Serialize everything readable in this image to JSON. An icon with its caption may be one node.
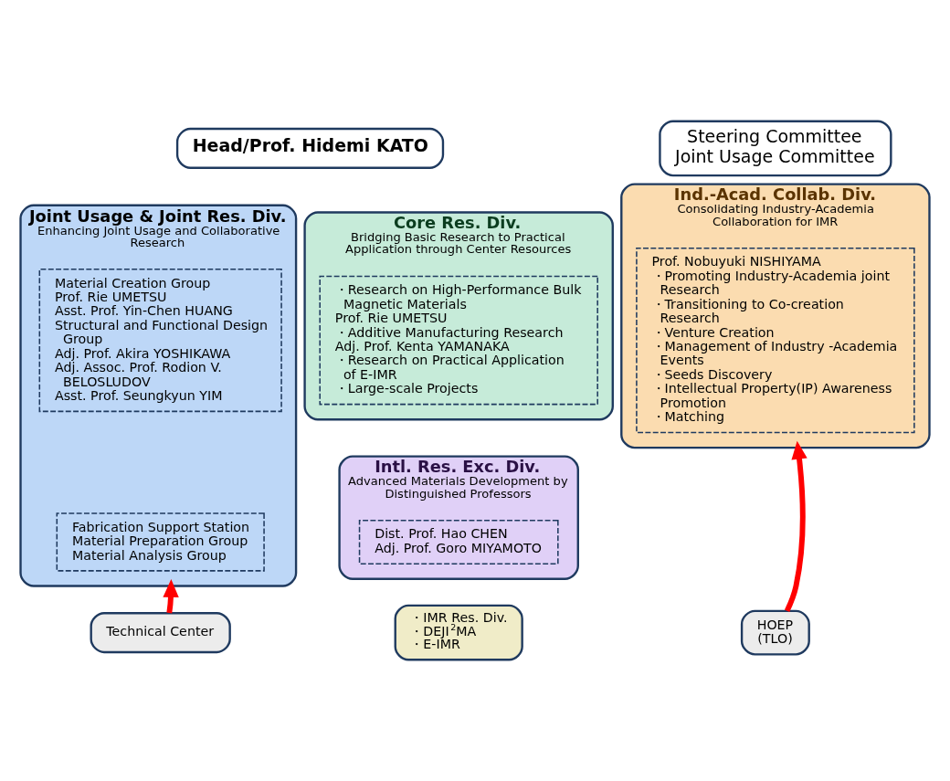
{
  "diagram": {
    "nodes": [
      {
        "text": [
          "Head/Prof. Hidemi KATO"
        ]
      },
      {
        "text": [
          "Steering Committee",
          "Joint Usage Committee"
        ]
      },
      {
        "text": [
          "Joint Usage & Joint Res. Div.",
          "Enhancing Joint Usage and Collaborative Research"
        ]
      },
      {
        "text": [
          "Material Creation Group",
          "Prof. Rie UMETSU",
          "Asst. Prof. Yin-Chen HUANG",
          "Structural and Functional Design Group",
          "Adj. Prof. Akira YOSHIKAWA",
          "Adj. Assoc. Prof. Rodion V. BELOSLUDOV",
          "Asst. Prof. Seungkyun YIM"
        ],
        "in": 2
      },
      {
        "text": [
          "Fabrication Support Station",
          "Material Preparation Group",
          "Material Analysis Group"
        ],
        "in": 2
      },
      {
        "text": [
          "Core Res. Div.",
          "Bridging Basic Research to Practical Application through Center Resources"
        ]
      },
      {
        "text": [
          "・Research on High-Performance Bulk Magnetic Materials",
          "Prof. Rie UMETSU",
          "・Additive Manufacturing Research",
          "Adj. Prof. Kenta YAMANAKA",
          "・Research on Practical Application of E-IMR",
          "・Large-scale Projects"
        ],
        "in": 5
      },
      {
        "text": [
          "Intl. Res. Exc. Div.",
          "Advanced Materials Development by Distinguished Professors"
        ]
      },
      {
        "text": [
          "Dist. Prof. Hao CHEN",
          "Adj. Prof. Goro MIYAMOTO"
        ],
        "in": 7
      },
      {
        "text": [
          "Ind.-Acad. Collab. Div.",
          "Consolidating Industry-Academia Collaboration for IMR"
        ]
      },
      {
        "text": [
          "Prof. Nobuyuki NISHIYAMA",
          "・Promoting Industry-Academia joint Research",
          "・Transitioning to Co-creation Research",
          "・Venture Creation",
          "・Management of Industry -Academia Events",
          "・Seeds Discovery",
          "・Intellectual Property(IP) Awareness Promotion",
          "・Matching"
        ],
        "in": 9
      },
      {
        "text": [
          "Technical Center"
        ]
      },
      {
        "text": [
          "HOEP",
          "(TLO)"
        ]
      },
      {
        "text": [
          "・IMR Res. Div.",
          "・DEJI$^{2}$MA",
          "・E-IMR"
        ]
      }
    ],
    "edges": [
      {
        "from": 11,
        "to": 2,
        "arrow": "to"
      },
      {
        "from": 12,
        "to": 9,
        "arrow": "to"
      }
    ]
  }
}
